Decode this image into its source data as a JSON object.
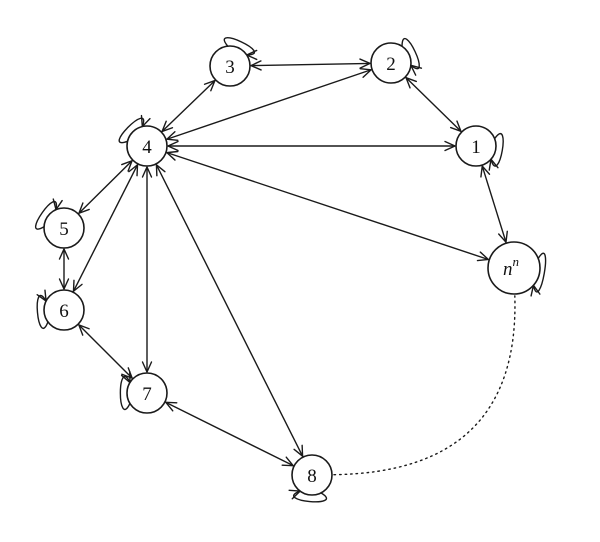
{
  "nodes": [
    {
      "id": "1",
      "label": "1"
    },
    {
      "id": "2",
      "label": "2"
    },
    {
      "id": "3",
      "label": "3"
    },
    {
      "id": "4",
      "label": "4"
    },
    {
      "id": "5",
      "label": "5"
    },
    {
      "id": "6",
      "label": "6"
    },
    {
      "id": "7",
      "label": "7"
    },
    {
      "id": "8",
      "label": "8"
    },
    {
      "id": "n",
      "label": "n",
      "superscript": "n"
    }
  ],
  "edges": [
    {
      "from": "3",
      "to": "2",
      "style": "solid",
      "direction": "both"
    },
    {
      "from": "2",
      "to": "1",
      "style": "solid",
      "direction": "both"
    },
    {
      "from": "4",
      "to": "3",
      "style": "solid",
      "direction": "both"
    },
    {
      "from": "4",
      "to": "2",
      "style": "solid",
      "direction": "both"
    },
    {
      "from": "4",
      "to": "1",
      "style": "solid",
      "direction": "both"
    },
    {
      "from": "4",
      "to": "n",
      "style": "solid",
      "direction": "both"
    },
    {
      "from": "1",
      "to": "n",
      "style": "solid",
      "direction": "both"
    },
    {
      "from": "4",
      "to": "5",
      "style": "solid",
      "direction": "both"
    },
    {
      "from": "4",
      "to": "6",
      "style": "solid",
      "direction": "both"
    },
    {
      "from": "4",
      "to": "7",
      "style": "solid",
      "direction": "both"
    },
    {
      "from": "4",
      "to": "8",
      "style": "solid",
      "direction": "both"
    },
    {
      "from": "5",
      "to": "6",
      "style": "solid",
      "direction": "both"
    },
    {
      "from": "6",
      "to": "7",
      "style": "solid",
      "direction": "both"
    },
    {
      "from": "7",
      "to": "8",
      "style": "solid",
      "direction": "both"
    },
    {
      "from": "8",
      "to": "n",
      "style": "dotted",
      "direction": "both"
    }
  ],
  "self_loops": [
    "1",
    "2",
    "3",
    "4",
    "5",
    "6",
    "7",
    "8",
    "n"
  ]
}
